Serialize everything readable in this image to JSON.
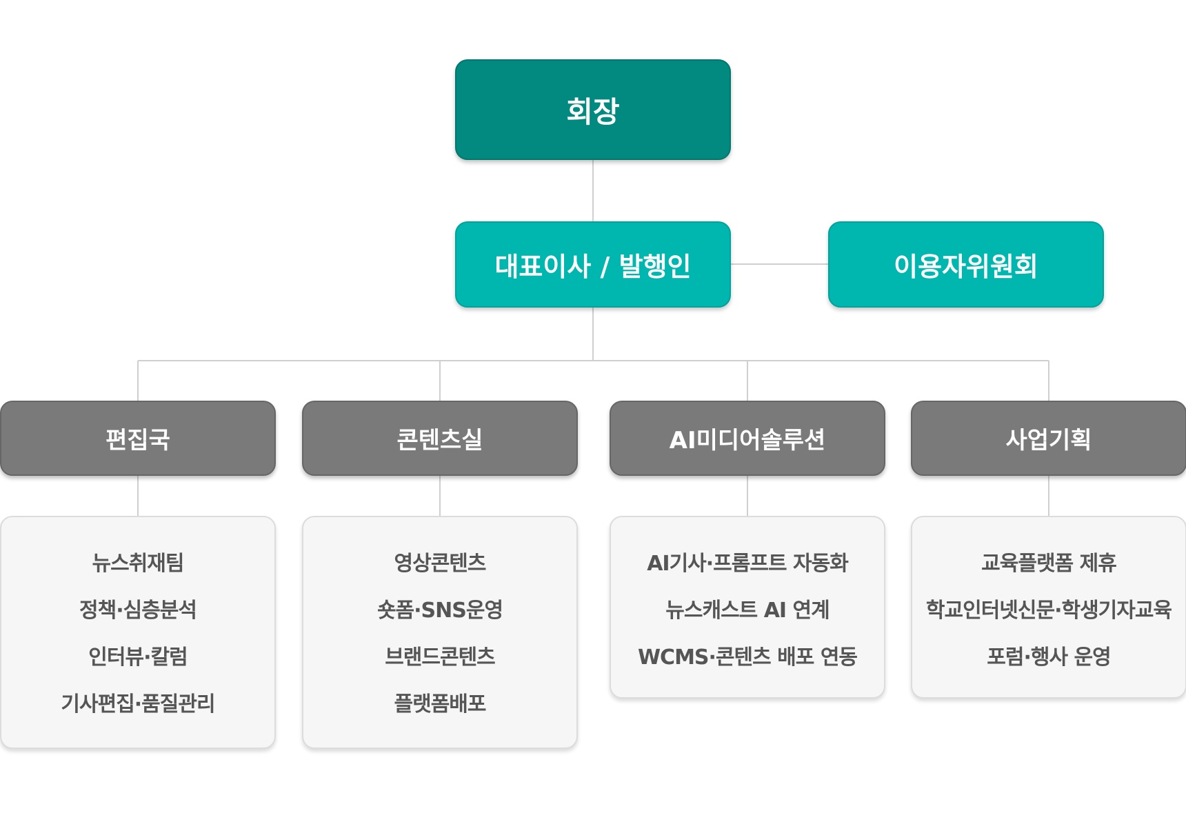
{
  "chart": {
    "chairman": "회장",
    "ceo": "대표이사 / 발행인",
    "committee": "이용자위원회",
    "departments": [
      {
        "name": "편집국",
        "items": [
          "뉴스취재팀",
          "정책·심층분석",
          "인터뷰·칼럼",
          "기사편집·품질관리"
        ]
      },
      {
        "name": "콘텐츠실",
        "items": [
          "영상콘텐츠",
          "숏폼·SNS운영",
          "브랜드콘텐츠",
          "플랫폼배포"
        ]
      },
      {
        "name": "AI미디어솔루션",
        "items": [
          "AI기사·프롬프트 자동화",
          "뉴스캐스트 AI 연계",
          "WCMS·콘텐츠 배포 연동"
        ]
      },
      {
        "name": "사업기획",
        "items": [
          "교육플랫폼 제휴",
          "학교인터넷신문·학생기자교육",
          "포럼·행사 운영"
        ]
      }
    ]
  },
  "colors": {
    "chairman": "#038a80",
    "executive": "#00b7af",
    "department": "#7a7a7a",
    "detail_bg": "#f6f6f6",
    "connector": "#cfcfcf",
    "detail_text": "#555555"
  }
}
